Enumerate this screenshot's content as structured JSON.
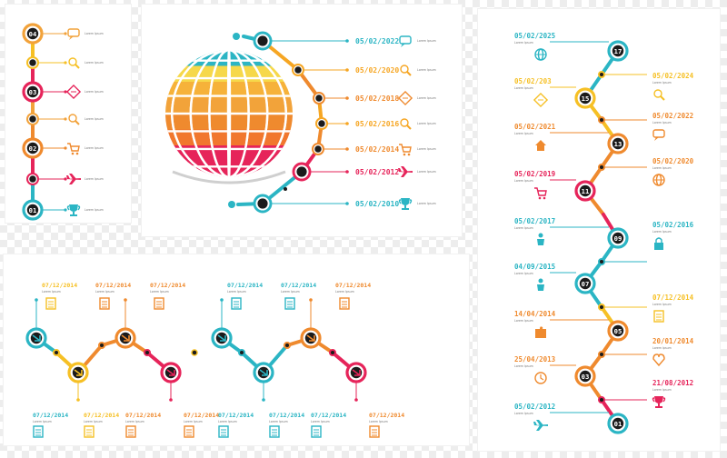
{
  "colors": {
    "cyan": "#2bb5c4",
    "yellow": "#f6c025",
    "orange": "#ef8a2e",
    "red": "#e6245a",
    "dark": "#1b1b1b"
  },
  "caption": "Lorem Ipsum",
  "panel_a": {
    "items": [
      {
        "num": "04",
        "color": "#f2a23a",
        "icon": "chat-icon"
      },
      {
        "num": "",
        "color": "#f6c025",
        "icon": "search-icon"
      },
      {
        "num": "03",
        "color": "#e6245a",
        "icon": "ticket-icon"
      },
      {
        "num": "",
        "color": "#f2a23a",
        "icon": "search-icon"
      },
      {
        "num": "02",
        "color": "#ef8a2e",
        "icon": "cart-icon"
      },
      {
        "num": "",
        "color": "#e6245a",
        "icon": "plane-icon"
      },
      {
        "num": "01",
        "color": "#2bb5c4",
        "icon": "trophy-icon"
      }
    ]
  },
  "panel_b": {
    "items": [
      {
        "date": "05/02/2022",
        "color": "#2bb5c4",
        "icon": "chat-icon"
      },
      {
        "date": "05/02/2020",
        "color": "#f6a623",
        "icon": "search-icon"
      },
      {
        "date": "05/02/2018",
        "color": "#ef8a2e",
        "icon": "ticket-icon"
      },
      {
        "date": "05/02/2016",
        "color": "#f6a623",
        "icon": "search-icon"
      },
      {
        "date": "05/02/2014",
        "color": "#ef8a2e",
        "icon": "cart-icon"
      },
      {
        "date": "05/02/2012",
        "color": "#e6245a",
        "icon": "plane-icon"
      },
      {
        "date": "05/02/2010",
        "color": "#2bb5c4",
        "icon": "trophy-icon"
      }
    ]
  },
  "panel_c": {
    "items": [
      {
        "date": "05/02/2025",
        "num": "17",
        "color": "#2bb5c4",
        "side": "left",
        "icon": "globe-icon"
      },
      {
        "date": "05/02/2024",
        "num": "",
        "color": "#f6c025",
        "side": "right",
        "icon": "search-icon"
      },
      {
        "date": "05/02/203",
        "num": "15",
        "color": "#f6c025",
        "side": "left",
        "icon": "ticket-icon"
      },
      {
        "date": "05/02/2022",
        "num": "",
        "color": "#ef8a2e",
        "side": "right",
        "icon": "chat-icon"
      },
      {
        "date": "05/02/2021",
        "num": "13",
        "color": "#ef8a2e",
        "side": "left",
        "icon": "house-icon"
      },
      {
        "date": "05/02/2020",
        "num": "",
        "color": "#ef8a2e",
        "side": "right",
        "icon": "globe-icon"
      },
      {
        "date": "05/02/2019",
        "num": "11",
        "color": "#e6245a",
        "side": "left",
        "icon": "cart-icon"
      },
      {
        "date": "05/02/2017",
        "num": "09",
        "color": "#2bb5c4",
        "side": "left",
        "icon": "person-icon"
      },
      {
        "date": "05/02/2016",
        "num": "",
        "color": "#2bb5c4",
        "side": "right",
        "icon": "lock-icon"
      },
      {
        "date": "04/09/2015",
        "num": "07",
        "color": "#2bb5c4",
        "side": "left",
        "icon": "person-icon"
      },
      {
        "date": "07/12/2014",
        "num": "",
        "color": "#f6c025",
        "side": "right",
        "icon": "doc-icon"
      },
      {
        "date": "14/04/2014",
        "num": "05",
        "color": "#ef8a2e",
        "side": "left",
        "icon": "puzzle-icon"
      },
      {
        "date": "20/01/2014",
        "num": "",
        "color": "#ef8a2e",
        "side": "right",
        "icon": "heart-icon"
      },
      {
        "date": "25/04/2013",
        "num": "03",
        "color": "#ef8a2e",
        "side": "left",
        "icon": "clock-icon"
      },
      {
        "date": "21/08/2012",
        "num": "",
        "color": "#e6245a",
        "side": "right",
        "icon": "trophy-icon"
      },
      {
        "date": "05/02/2012",
        "num": "01",
        "color": "#2bb5c4",
        "side": "left",
        "icon": "plane-icon"
      }
    ]
  },
  "panel_d": {
    "top_date": "07/12/2014",
    "bottom_date": "07/12/2014",
    "groups": [
      {
        "colors": [
          "#2bb5c4",
          "#f6c025",
          "#ef8a2e",
          "#ef8a2e",
          "#ef8a2e",
          "#e6245a"
        ]
      },
      {
        "colors": [
          "#2bb5c4",
          "#2bb5c4",
          "#2bb5c4",
          "#ef8a2e",
          "#ef8a2e",
          "#e6245a"
        ]
      }
    ]
  }
}
